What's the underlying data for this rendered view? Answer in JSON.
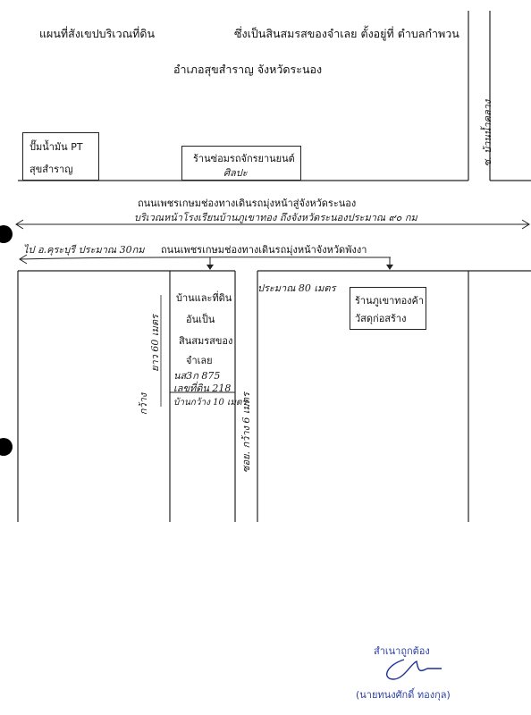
{
  "header": {
    "title_left": "แผนที่สังเขปบริเวณที่ดิน",
    "title_right": "ซึ่งเป็นสินสมรสของจำเลย ตั้งอยู่ที่ ตำบลกำพวน",
    "subtitle": "อำเภอสุขสำราญ จังหวัดระนอง"
  },
  "landmarks": {
    "pt_station_line1": "ปั๊มน้ำมัน PT",
    "pt_station_line2": "สุขสำราญ",
    "motor_shop_line1": "ร้านซ่อมรถจักรยานยนต์",
    "motor_shop_line2": "ศิลปะ",
    "vertical_road": "ซ. บ้านน้ำคลาง",
    "hardware_shop_line1": "ร้านภูเขาทองค้า",
    "hardware_shop_line2": "วัสดุก่อสร้าง"
  },
  "roads": {
    "upper_road": "ถนนเพชรเกษมช่องทางเดินรถมุ่งหน้าสู่จังหวัดระนอง",
    "upper_road_note": "บริเวณหน้าโรงเรียนบ้านภูเขาทอง ถึงจังหวัดระนองประมาณ ๙๐ กม",
    "lower_road_hand": "ไป อ.คุระบุรี ประมาณ 30กม",
    "lower_road_print": "ถนนเพชรเกษมช่องทางเดินรถมุ่งหน้าจังหวัดพังงา"
  },
  "plot": {
    "line1": "บ้านและที่ดิน",
    "line2": "อันเป็น",
    "line3": "สินสมรสของ",
    "line4": "จำเลย",
    "deed_no": "นส3ก 875",
    "land_no": "เลขที่ดิน 218",
    "house_width": "บ้านกว้าง 10 เมตร",
    "depth_label": "ยาว 60 เมตร",
    "width_label": "กว้าง"
  },
  "measurements": {
    "soi_label": "ซอย. กว้าง 6 เมตร",
    "distance_to_shop": "ประมาณ 80 เมตร"
  },
  "certification": {
    "certified": "สำเนาถูกต้อง",
    "name": "(นายทนงศักดิ์ ทองกุล)"
  }
}
